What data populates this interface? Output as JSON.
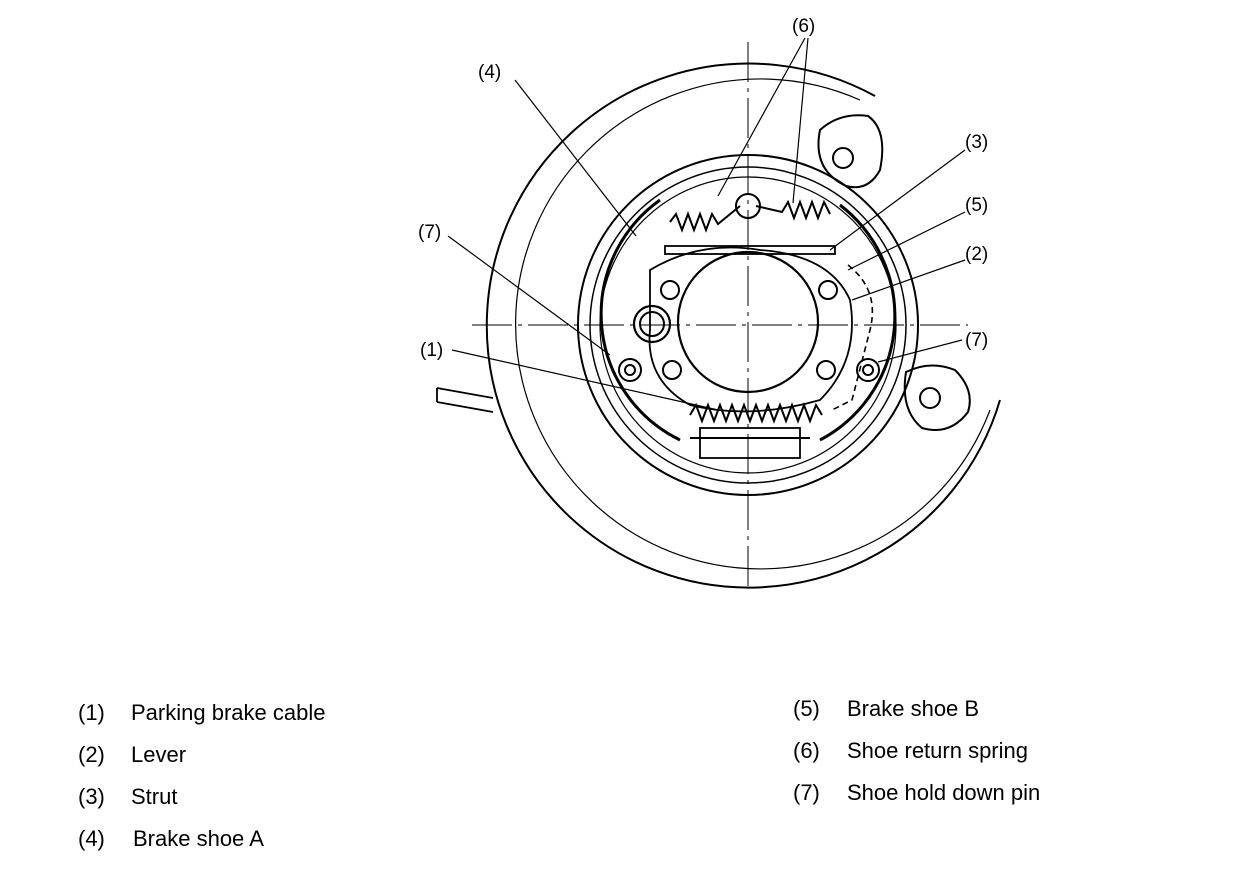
{
  "callouts": {
    "c1": "(1)",
    "c2": "(2)",
    "c3": "(3)",
    "c4": "(4)",
    "c5": "(5)",
    "c6": "(6)",
    "c7a": "(7)",
    "c7b": "(7)"
  },
  "legend": [
    {
      "num": "(1)",
      "label": "Parking brake cable"
    },
    {
      "num": "(2)",
      "label": "Lever"
    },
    {
      "num": "(3)",
      "label": "Strut"
    },
    {
      "num": "(4)",
      "label": "Brake shoe A"
    },
    {
      "num": "(5)",
      "label": "Brake shoe B"
    },
    {
      "num": "(6)",
      "label": "Shoe return spring"
    },
    {
      "num": "(7)",
      "label": "Shoe hold down pin"
    }
  ]
}
